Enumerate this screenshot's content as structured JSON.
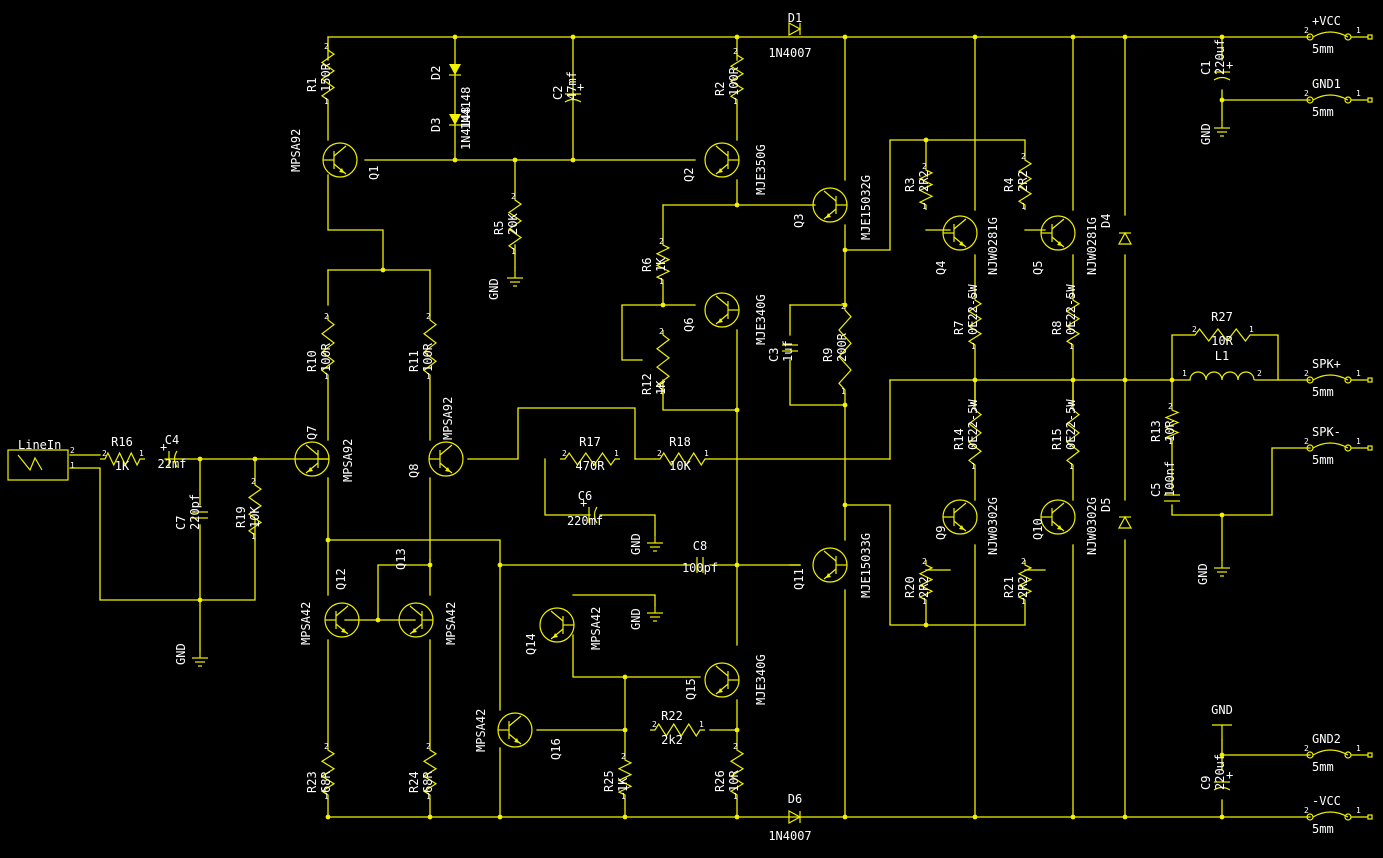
{
  "colors": {
    "wire": "#f2f200",
    "text": "#ffffff",
    "background": "#000000"
  },
  "resistors": [
    {
      "ref": "R1",
      "val": "150R"
    },
    {
      "ref": "R2",
      "val": "100R"
    },
    {
      "ref": "R3",
      "val": "2R2"
    },
    {
      "ref": "R4",
      "val": "2R2"
    },
    {
      "ref": "R5",
      "val": "20K"
    },
    {
      "ref": "R6",
      "val": "1K"
    },
    {
      "ref": "R7",
      "val": "0E22-5W"
    },
    {
      "ref": "R8",
      "val": "0E22-5W"
    },
    {
      "ref": "R9",
      "val": "200R"
    },
    {
      "ref": "R10",
      "val": "100R"
    },
    {
      "ref": "R11",
      "val": "100R"
    },
    {
      "ref": "R12",
      "val": "1K"
    },
    {
      "ref": "R13",
      "val": "10R"
    },
    {
      "ref": "R14",
      "val": "0E22-5W"
    },
    {
      "ref": "R15",
      "val": "0E22-5W"
    },
    {
      "ref": "R16",
      "val": "1K"
    },
    {
      "ref": "R17",
      "val": "470R"
    },
    {
      "ref": "R18",
      "val": "10K"
    },
    {
      "ref": "R19",
      "val": "10K"
    },
    {
      "ref": "R20",
      "val": "2R2"
    },
    {
      "ref": "R21",
      "val": "2R2"
    },
    {
      "ref": "R22",
      "val": "2k2"
    },
    {
      "ref": "R23",
      "val": "68R"
    },
    {
      "ref": "R24",
      "val": "68R"
    },
    {
      "ref": "R25",
      "val": "1K"
    },
    {
      "ref": "R26",
      "val": "10R"
    },
    {
      "ref": "R27",
      "val": "10R"
    }
  ],
  "capacitors": [
    {
      "ref": "C1",
      "val": "220uf"
    },
    {
      "ref": "C2",
      "val": "47mf"
    },
    {
      "ref": "C3",
      "val": "1uf"
    },
    {
      "ref": "C4",
      "val": "22mf"
    },
    {
      "ref": "C5",
      "val": "100nf"
    },
    {
      "ref": "C6",
      "val": "220mf"
    },
    {
      "ref": "C7",
      "val": "220pf"
    },
    {
      "ref": "C8",
      "val": "100pf"
    },
    {
      "ref": "C9",
      "val": "220uf"
    }
  ],
  "transistors": [
    {
      "ref": "Q1",
      "part": "MPSA92"
    },
    {
      "ref": "Q2",
      "part": "MJE350G"
    },
    {
      "ref": "Q3",
      "part": "MJE15032G"
    },
    {
      "ref": "Q4",
      "part": "NJW0281G"
    },
    {
      "ref": "Q5",
      "part": "NJW0281G"
    },
    {
      "ref": "Q6",
      "part": "MJE340G"
    },
    {
      "ref": "Q7",
      "part": "MPSA92"
    },
    {
      "ref": "Q8",
      "part": "MPSA92"
    },
    {
      "ref": "Q9",
      "part": "NJW0302G"
    },
    {
      "ref": "Q10",
      "part": "NJW0302G"
    },
    {
      "ref": "Q11",
      "part": "MJE15033G"
    },
    {
      "ref": "Q12",
      "part": "MPSA42"
    },
    {
      "ref": "Q13",
      "part": "MPSA42"
    },
    {
      "ref": "Q14",
      "part": "MPSA42"
    },
    {
      "ref": "Q15",
      "part": "MJE340G"
    },
    {
      "ref": "Q16",
      "part": "MPSA42"
    }
  ],
  "diodes": [
    {
      "ref": "D1",
      "part": "1N4007"
    },
    {
      "ref": "D2",
      "part": "1N4148"
    },
    {
      "ref": "D3",
      "part": "1N4148"
    },
    {
      "ref": "D4",
      "part": ""
    },
    {
      "ref": "D5",
      "part": ""
    },
    {
      "ref": "D6",
      "part": "1N4007"
    }
  ],
  "inductor": {
    "ref": "L1"
  },
  "connectors": [
    {
      "name": "+VCC",
      "size": "5mm"
    },
    {
      "name": "GND1",
      "size": "5mm"
    },
    {
      "name": "SPK+",
      "size": "5mm"
    },
    {
      "name": "SPK-",
      "size": "5mm"
    },
    {
      "name": "GND2",
      "size": "5mm"
    },
    {
      "name": "-VCC",
      "size": "5mm"
    }
  ],
  "input": {
    "name": "LineIn"
  },
  "ground_label": "GND"
}
